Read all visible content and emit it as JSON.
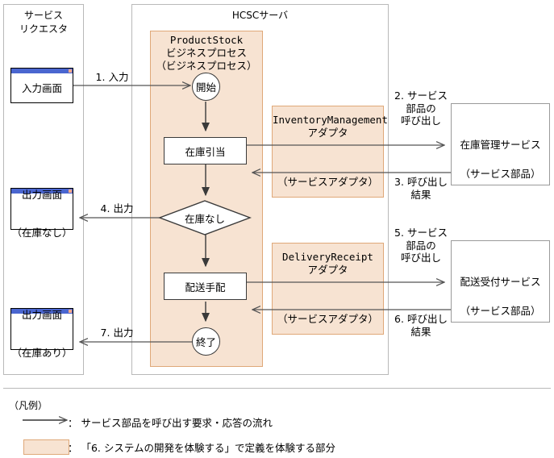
{
  "diagram": {
    "title_hcsc": "HCSCサーバ",
    "requester_panel": {
      "label_line1": "サービス",
      "label_line2": "リクエスタ"
    },
    "process_box": {
      "line1": "ProductStock",
      "line2": "ビジネスプロセス",
      "line3": "（ビジネスプロセス）"
    },
    "windows": [
      {
        "name": "input-screen",
        "line1": "入力画面",
        "line2": ""
      },
      {
        "name": "output-screen-no-stock",
        "line1": "出力画面",
        "line2": "（在庫なし）"
      },
      {
        "name": "output-screen-in-stock",
        "line1": "出力画面",
        "line2": "（在庫あり）"
      }
    ],
    "flow_nodes": {
      "start": "開始",
      "allocate": "在庫引当",
      "decision": "在庫なし",
      "delivery": "配送手配",
      "end": "終了"
    },
    "adapters": [
      {
        "name": "inventory-management-adapter",
        "title": "InventoryManagement",
        "subtitle": "アダプタ",
        "kind": "（サービスアダプタ）"
      },
      {
        "name": "delivery-receipt-adapter",
        "title": "DeliveryReceipt",
        "subtitle": "アダプタ",
        "kind": "（サービスアダプタ）"
      }
    ],
    "services": [
      {
        "name": "inventory-management-service",
        "line1": "在庫管理サービス",
        "line2": "（サービス部品）"
      },
      {
        "name": "delivery-receipt-service",
        "line1": "配送受付サービス",
        "line2": "（サービス部品）"
      }
    ],
    "flow_labels": [
      {
        "name": "flow-1-input",
        "text": "1. 入力"
      },
      {
        "name": "flow-2-call",
        "text": "2. サービス\n部品の\n呼び出し"
      },
      {
        "name": "flow-3-result",
        "text": "3. 呼び出し\n結果"
      },
      {
        "name": "flow-4-output",
        "text": "4. 出力"
      },
      {
        "name": "flow-5-call",
        "text": "5. サービス\n部品の\n呼び出し"
      },
      {
        "name": "flow-6-result",
        "text": "6. 呼び出し\n結果"
      },
      {
        "name": "flow-7-output",
        "text": "7. 出力"
      }
    ],
    "legend": {
      "title": "（凡例）",
      "arrow_text": "： サービス部品を呼び出す要求・応答の流れ",
      "swatch_text": "： 「6. システムの開発を体験する」で定義を体験する部分"
    },
    "colors": {
      "orange_fill": "#f7e3d2",
      "orange_border": "#dfa878",
      "panel_border": "#b9b9b9",
      "node_stroke": "#3a3a3a",
      "titlebar_blue": "#4a66d0",
      "titlebar_dot": "#f7a98a",
      "arrow": "#555555"
    }
  }
}
